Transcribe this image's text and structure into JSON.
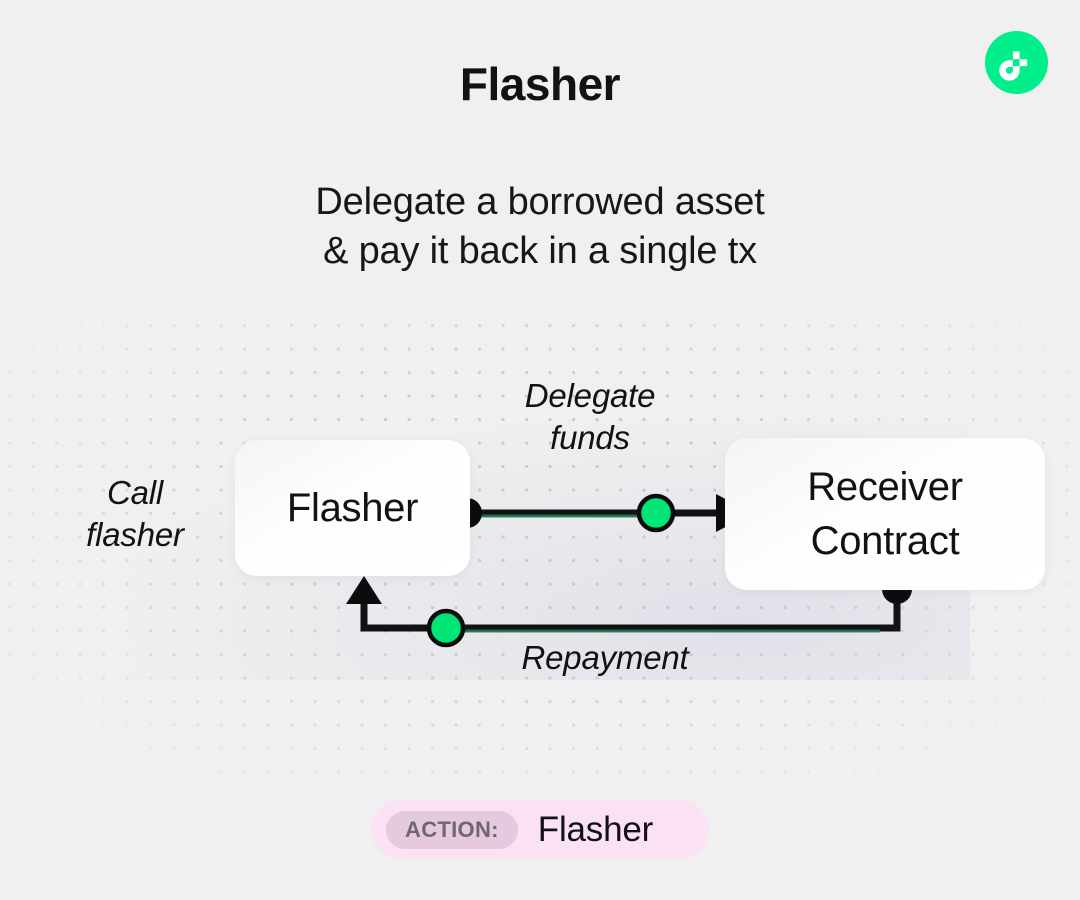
{
  "page": {
    "background_color": "#f0f0f0",
    "title": "Flasher",
    "subtitle": "Delegate a borrowed asset\n& pay it back in a single tx"
  },
  "logo": {
    "name": "flow-logo",
    "circle_color": "#00ef8b",
    "mark_color": "#ffffff",
    "accent_color": "#00ef8b"
  },
  "diagram": {
    "nodes": [
      {
        "id": "flasher",
        "label": "Flasher"
      },
      {
        "id": "receiver",
        "label": "Receiver\nContract"
      }
    ],
    "labels": {
      "call": "Call\nflasher",
      "delegate": "Delegate\nfunds",
      "repayment": "Repayment"
    },
    "edges": [
      {
        "id": "delegate-funds",
        "from": "flasher",
        "to": "receiver",
        "label": "Delegate\nfunds",
        "direction": "right",
        "token_color": "#00e676",
        "line_color": "#111214"
      },
      {
        "id": "repayment",
        "from": "receiver",
        "to": "flasher",
        "label": "Repayment",
        "direction": "left-up",
        "token_color": "#00e676",
        "line_color": "#111214"
      }
    ]
  },
  "footer": {
    "action_label": "ACTION:",
    "action_value": "Flasher",
    "pill_color": "#fbe1f4",
    "tag_color": "#e5c9de"
  }
}
